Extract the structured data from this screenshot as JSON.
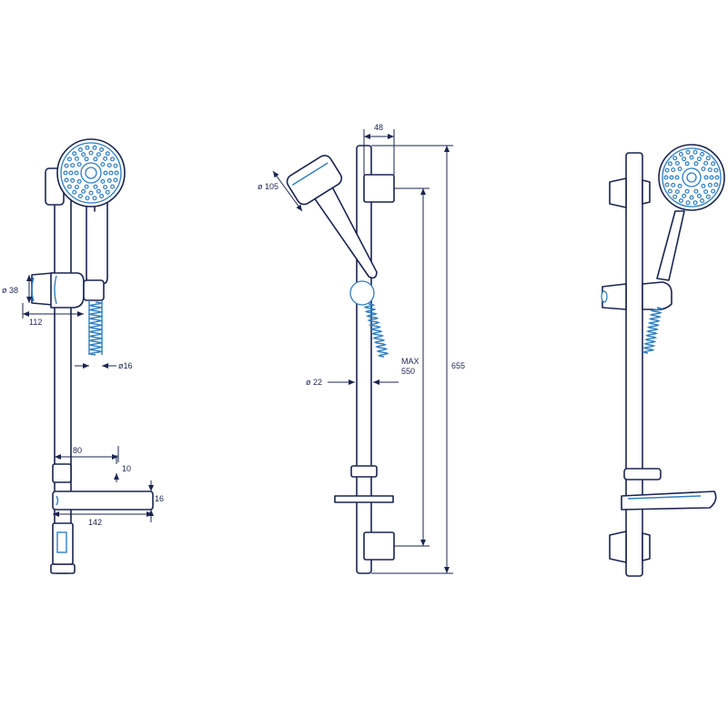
{
  "colors": {
    "outline": "#1a2550",
    "highlight": "#2f7dc0",
    "background": "#ffffff"
  },
  "dimensions": {
    "left": {
      "slider_diameter": "ø 38",
      "slider_depth": "112",
      "hose_diameter": "ø16",
      "tray_inner_width": "80",
      "tray_height_small": "10",
      "tray_height": "16",
      "tray_width": "142"
    },
    "center": {
      "bracket_depth": "48",
      "head_diameter": "ø 105",
      "bar_diameter": "ø 22",
      "max_adjust_label": "MAX",
      "max_adjust_value": "550",
      "total_height": "655"
    }
  }
}
